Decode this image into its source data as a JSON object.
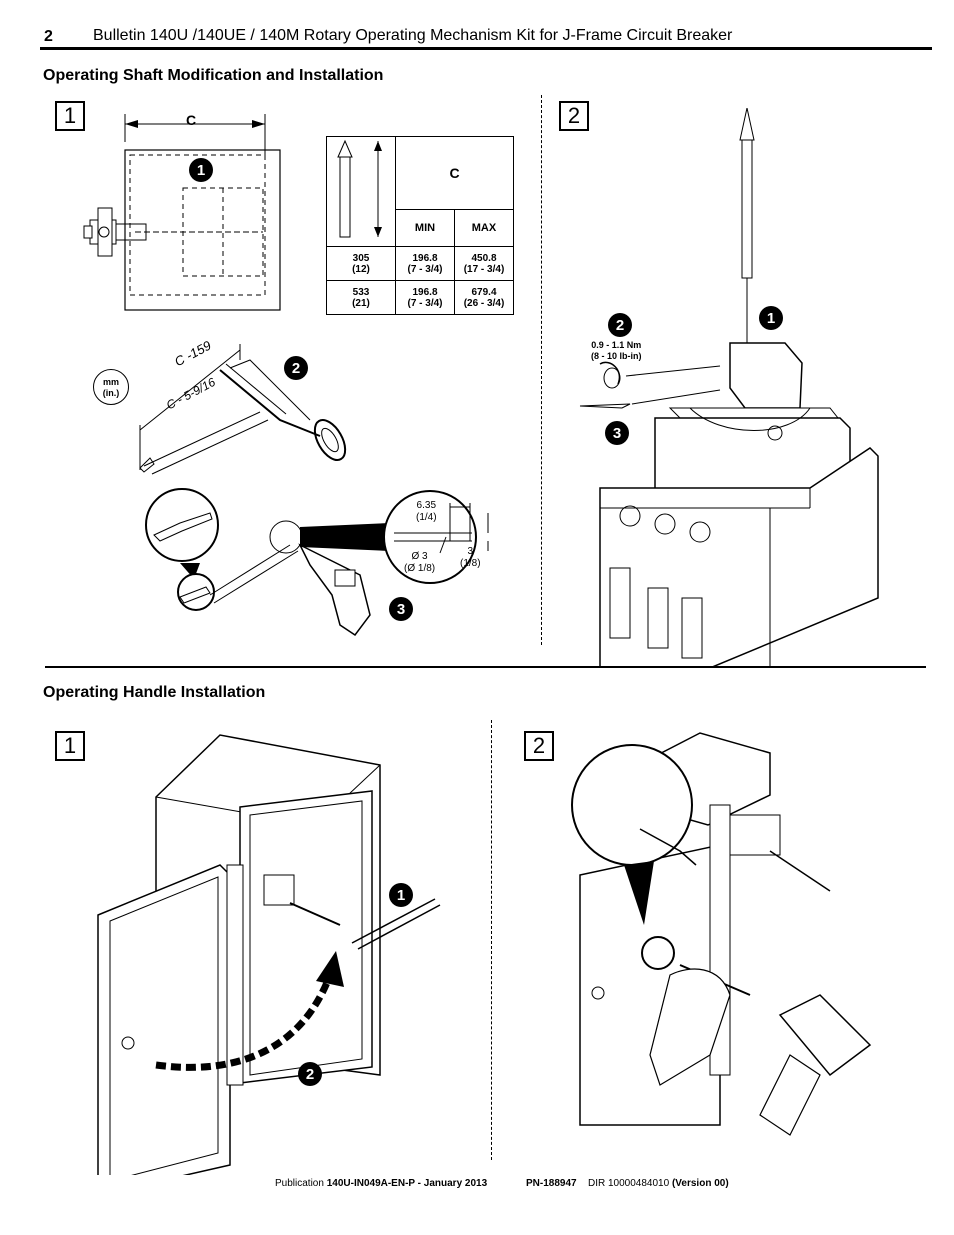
{
  "header": {
    "page_number": "2",
    "title": "Bulletin 140U /140UE / 140M Rotary Operating Mechanism Kit for J-Frame Circuit Breaker"
  },
  "section_shaft": {
    "title": "Operating Shaft Modification and Installation",
    "step1": "1",
    "step2": "2",
    "dim_label": "C",
    "table": {
      "header": "C",
      "col_min": "MIN",
      "col_max": "MAX",
      "rows": [
        {
          "len": "305",
          "len_in": "(12)",
          "min": "196.8",
          "min_in": "(7 - 3/4)",
          "max": "450.8",
          "max_in": "(17 - 3/4)"
        },
        {
          "len": "533",
          "len_in": "(21)",
          "min": "196.8",
          "min_in": "(7 - 3/4)",
          "max": "679.4",
          "max_in": "(26 - 3/4)"
        }
      ]
    },
    "units_mm": "mm",
    "units_in": "(in.)",
    "cut_mm": "C -159",
    "cut_in": "C - 5-9/16",
    "drill_len": "6.35",
    "drill_len_in": "(1/4)",
    "drill_dia": "Ø 3",
    "drill_dia_in": "(Ø 1/8)",
    "drill_depth": "3",
    "drill_depth_in": "(1/8)",
    "torque": "0.9 - 1.1 Nm",
    "torque_in": "(8 - 10 lb-in)",
    "badges": [
      "1",
      "2",
      "3"
    ]
  },
  "section_handle": {
    "title": "Operating Handle Installation",
    "step1": "1",
    "step2": "2",
    "badges": [
      "1",
      "2"
    ]
  },
  "footer": {
    "pub_prefix": "Publication ",
    "pub_id": "140U-IN049A-EN-P - January 2013",
    "pn": "PN-188947",
    "dir": "DIR 10000484010 ",
    "version": "(Version 00)"
  }
}
